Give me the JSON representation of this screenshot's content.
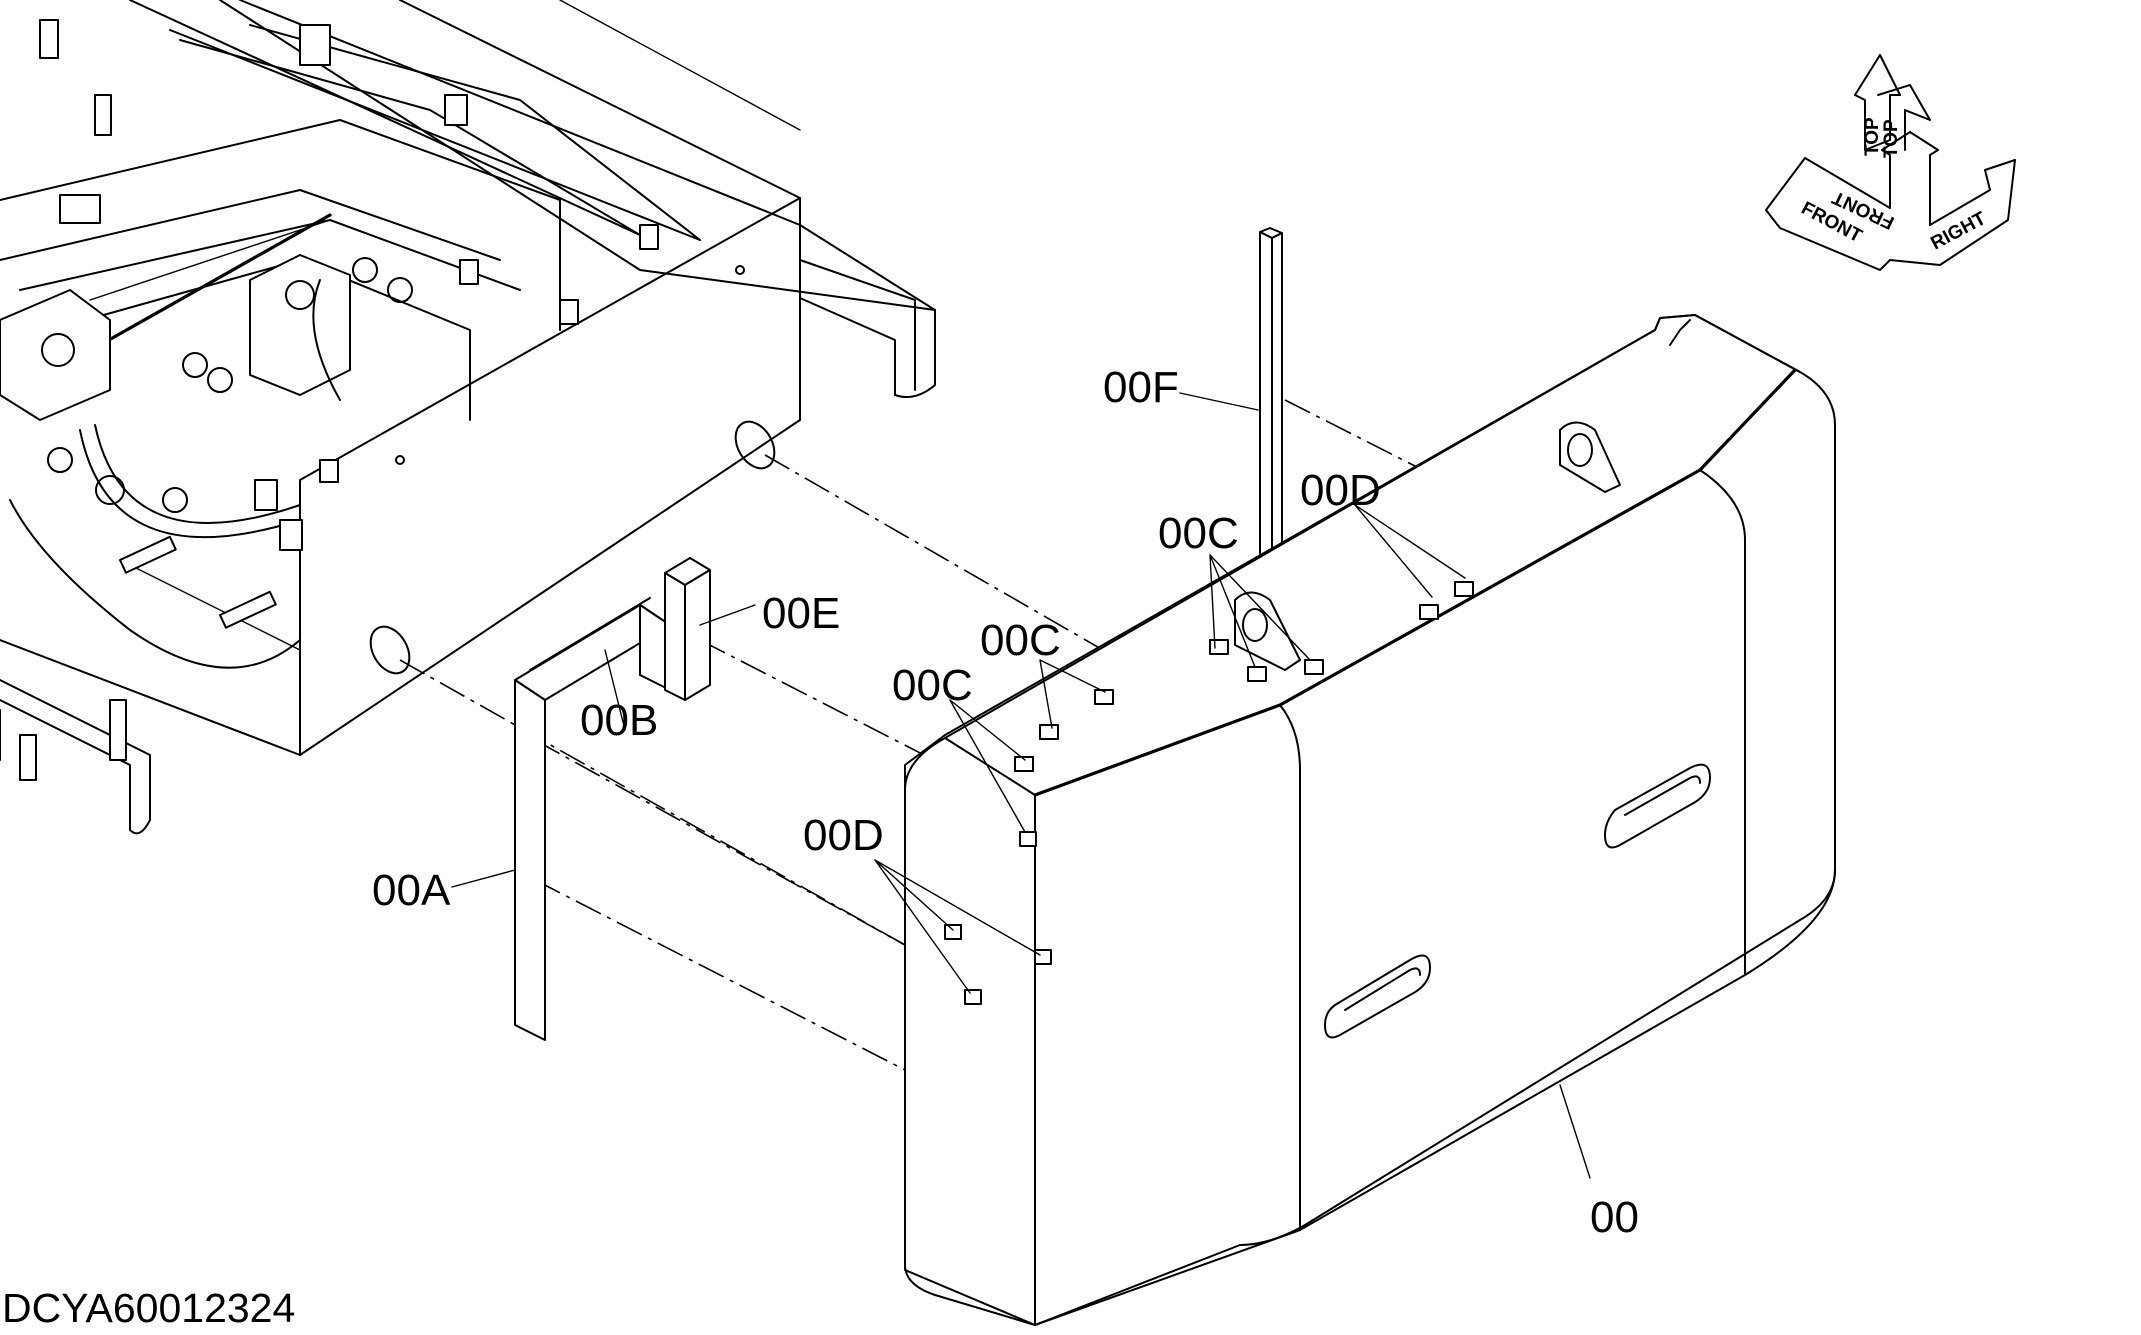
{
  "labels": {
    "p00": "00",
    "p00A": "00A",
    "p00B": "00B",
    "p00C": "00C",
    "p00D": "00D",
    "p00E": "00E",
    "p00F": "00F"
  },
  "document_id": "DCYA60012324",
  "orientation": {
    "front": "FRONT",
    "top": "TOP",
    "right": "RIGHT"
  }
}
